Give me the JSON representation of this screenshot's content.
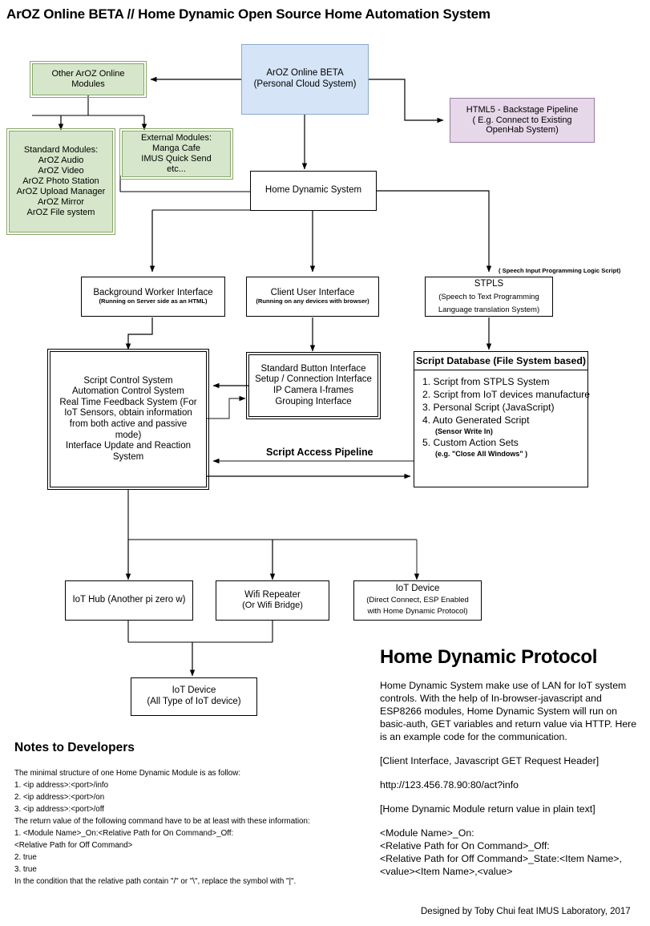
{
  "title": "ArOZ Online BETA //  Home Dynamic Open Source Home Automation System",
  "nodes": {
    "aroz_cloud": [
      "ArOZ Online BETA",
      "(Personal Cloud System)"
    ],
    "other_modules": [
      "Other ArOZ Online",
      "Modules"
    ],
    "html5_pipeline": [
      "HTML5 - Backstage Pipeline",
      "( E.g. Connect to Existing",
      "OpenHab System)"
    ],
    "standard_modules": [
      "Standard Modules:",
      "ArOZ Audio",
      "ArOZ Video",
      "ArOZ Photo Station",
      "ArOZ Upload Manager",
      "ArOZ Mirror",
      "ArOZ File system"
    ],
    "external_modules": [
      "External Modules:",
      "Manga Cafe",
      "IMUS Quick Send",
      "etc..."
    ],
    "home_dynamic_system": [
      "Home Dynamic System"
    ],
    "background_worker": {
      "title": "Background Worker Interface",
      "sub": "(Running on Server side as an HTML)"
    },
    "client_user_interface": {
      "title": "Client User Interface",
      "sub": "(Running on any devices with browser)"
    },
    "stpls": {
      "title": "STPLS",
      "lines": [
        "(Speech to Text Programming",
        "Language translation System)"
      ],
      "annotation": "( Speech Input Programming Logic Script)"
    },
    "script_control": [
      "Script Control System",
      "Automation Control System",
      "Real Time Feedback System (For",
      "IoT Sensors, obtain information",
      "from both active and passive",
      "mode)",
      "Interface Update and Reaction",
      "System"
    ],
    "standard_button": [
      "Standard Button Interface",
      "Setup / Connection Interface",
      "IP Camera I-frames",
      "Grouping Interface"
    ],
    "script_database": {
      "header": "Script Database (File System based)",
      "items": [
        {
          "text": "1. Script from STPLS System"
        },
        {
          "text": "2. Script from IoT devices manufacture"
        },
        {
          "text": "3. Personal Script (JavaScript)"
        },
        {
          "text": "4. Auto Generated Script",
          "sub": "(Sensor Write In)"
        },
        {
          "text": "5. Custom Action Sets",
          "sub": "(e.g. \"Close All Windows\" )"
        }
      ]
    },
    "iot_hub": [
      "IoT Hub (Another pi zero w)"
    ],
    "wifi_repeater": {
      "title": "Wifi Repeater",
      "sub": "(Or Wifi Bridge)"
    },
    "iot_device_direct": {
      "title": "IoT Device",
      "lines": [
        "(Direct Connect, ESP Enabled",
        "with Home Dynamic Protocol)"
      ]
    },
    "iot_device_all": {
      "title": "IoT Device",
      "sub": "(All Type of IoT device)"
    }
  },
  "edge_labels": {
    "script_access_pipeline": "Script Access Pipeline"
  },
  "protocol": {
    "heading": "Home Dynamic Protocol",
    "intro": "Home Dynamic System make use of LAN for IoT system controls. With the help of In-browser-javascript and ESP8266 modules, Home Dynamic System will run on basic-auth, GET variables and return value via HTTP. Here is an example code for the communication.",
    "request_header_label": "[Client Interface, Javascript GET Request Header]",
    "request_url": "http://123.456.78.90:80/act?info",
    "return_label": "[Home Dynamic Module return value in plain text]",
    "return_lines": [
      "<Module Name>_On:",
      "<Relative Path for On Command>_Off:",
      "<Relative Path for Off Command>_State:<Item Name>,",
      "<value><Item Name>,<value>"
    ]
  },
  "notes": {
    "heading": "Notes to Developers",
    "lines": [
      "The minimal structure of one Home Dynamic Module is as  follow:",
      "1. <ip address>:<port>/info",
      "2. <ip address>:<port>/on",
      "3. <ip address>:<port>/off",
      "The return value of the following command have to be at least with these information:",
      "1. <Module Name>_On:<Relative Path for On Command>_Off:",
      "<Relative Path for Off Command>",
      "2. true",
      "3. true",
      "In the condition that the relative path contain \"/\" or \"\\\", replace the symbol with \"|\"."
    ]
  },
  "credit": "Designed by Toby Chui feat IMUS Laboratory, 2017",
  "colors": {
    "green_fill": "#d6e6ca",
    "green_stroke": "#86a766",
    "blue_fill": "#d5e4f7",
    "blue_stroke": "#8aa9cc",
    "purple_fill": "#e6d7e9",
    "purple_stroke": "#9a7ba3",
    "line": "#000000"
  }
}
